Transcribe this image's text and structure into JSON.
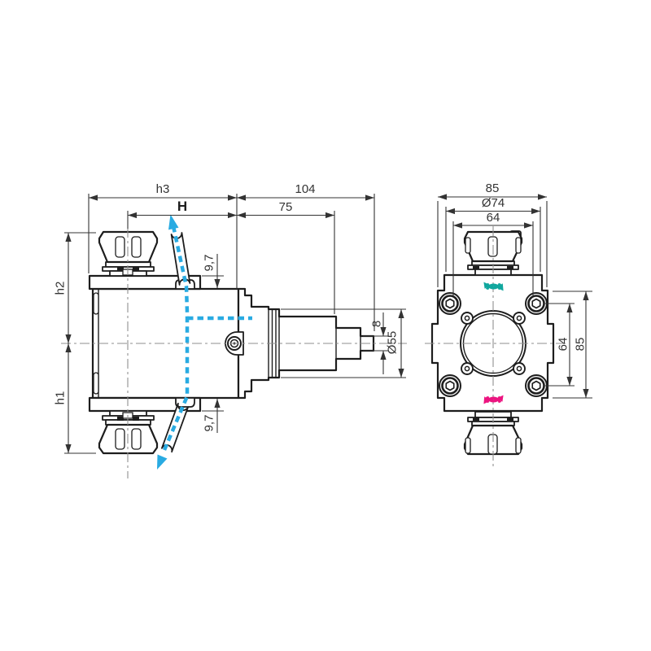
{
  "colors": {
    "outline": "#1d1d1d",
    "dimension": "#333333",
    "centerline": "#8f8f8f",
    "cyan_arrow": "#29abe2",
    "teal_rotation": "#10a79e",
    "magenta_rotation": "#ec1480",
    "background": "#ffffff"
  },
  "side_view": {
    "label_h3": "h3",
    "label_104": "104",
    "label_H": "H",
    "label_75": "75",
    "label_9_7_top": "9,7",
    "label_9_7_bottom": "9,7",
    "label_h2": "h2",
    "label_h1": "h1",
    "label_8": "8",
    "label_dia55": "Ø55"
  },
  "front_view": {
    "label_85_top": "85",
    "label_dia74": "Ø74",
    "label_64_top": "64",
    "label_64_side": "64",
    "label_85_side": "85"
  },
  "icons": {
    "cyan_direction_arrows": "dashed-direction-arrows",
    "teal_rotation": "counterclockwise-rotation",
    "magenta_rotation": "clockwise-rotation"
  }
}
